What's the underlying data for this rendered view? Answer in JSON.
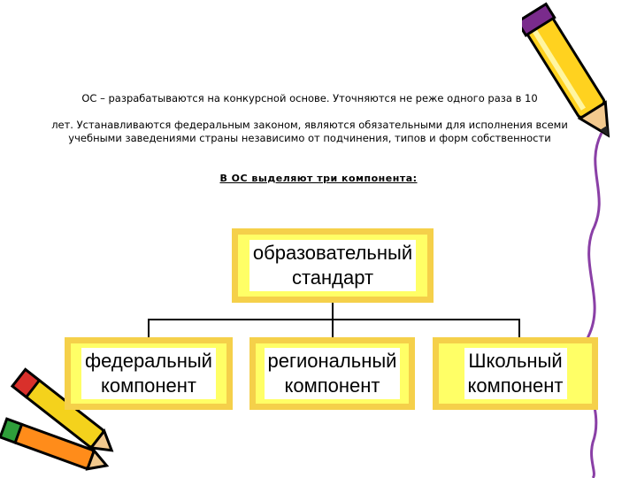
{
  "intro": {
    "line1": "ОС – разрабатываются на конкурсной основе. Уточняются не реже одного раза в 10",
    "rest": "лет. Устанавливаются федеральным законом, являются обязательными для исполнения всеми учебными заведениями страны независимо от подчинения, типов и форм собственности"
  },
  "components_heading": "В ОС выделяют три компонента:",
  "diagram": {
    "root": {
      "line1": "образовательный",
      "line2": "стандарт"
    },
    "children": [
      {
        "line1": "федеральный",
        "line2": "компонент"
      },
      {
        "line1": "региональный",
        "line2": "компонент"
      },
      {
        "line1": "Школьный",
        "line2": "компонент"
      }
    ]
  },
  "colors": {
    "box_fill": "#ffff66",
    "box_border": "#f5d04a"
  }
}
